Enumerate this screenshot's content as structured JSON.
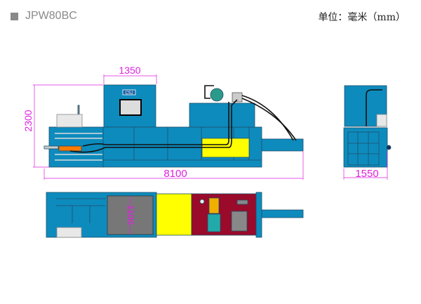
{
  "header": {
    "model": "JPW80BC",
    "unit_label": "单位：毫米（mm）"
  },
  "dimensions": {
    "feed_opening_width": "1350",
    "height": "2300",
    "length": "8100",
    "width": "1550",
    "chamber_width": "1100"
  },
  "logo_text": "CSJ",
  "colors": {
    "machine_blue": "#0d8bbd",
    "chamber_yellow": "#ffff00",
    "hydraulic_panel": "#9a0a2a",
    "dimension_magenta": "#e020e0"
  }
}
